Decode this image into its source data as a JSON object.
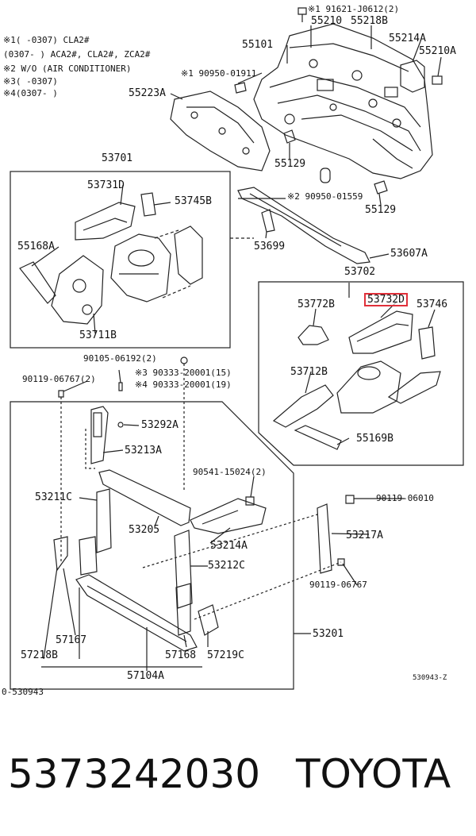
{
  "notes": [
    "※1(    -0307) CLA2#",
    "  (0307-    ) ACA2#, CLA2#, ZCA2#",
    "※2 W/O (AIR CONDITIONER)",
    "※3(    -0307)",
    "※4(0307-    )"
  ],
  "parts": {
    "p91621": "※1 91621-J0612(2)",
    "p55210": "55210",
    "p55218B": "55218B",
    "p55214A": "55214A",
    "p55210A": "55210A",
    "p55101": "55101",
    "p90950_01911": "※1 90950-01911",
    "p55223A": "55223A",
    "p55129a": "55129",
    "p53701": "53701",
    "p90950_01559": "※2 90950-01559",
    "p55129b": "55129",
    "p53731D": "53731D",
    "p53745B": "53745B",
    "p55168A": "55168A",
    "p53699": "53699",
    "p53607A": "53607A",
    "p53711B": "53711B",
    "p53702": "53702",
    "p53772B": "53772B",
    "p53732D": "53732D",
    "p53746": "53746",
    "p90105": "90105-06192(2)",
    "p90119_06767a": "90119-06767(2)",
    "p90333_3": "※3 90333-20001(15)",
    "p90333_4": "※4 90333-20001(19)",
    "p53712B": "53712B",
    "p53292A": "53292A",
    "p53213A": "53213A",
    "p55169B": "55169B",
    "p90541": "90541-15024(2)",
    "p53211C": "53211C",
    "p90119_06010": "90119-06010",
    "p53205": "53205",
    "p53214A": "53214A",
    "p53217A": "53217A",
    "p53212C": "53212C",
    "p90119_06767b": "90119-06767",
    "p57167": "57167",
    "p53201": "53201",
    "p57218B": "57218B",
    "p57168": "57168",
    "p57219C": "57219C",
    "p57104A": "57104A",
    "diagramRef": "530943-Z",
    "diagramRefLeft": "0-530943"
  },
  "footer": {
    "partNumber": "5373242030",
    "brand": "TOYOTA"
  },
  "highlight_color": "#e0303a"
}
